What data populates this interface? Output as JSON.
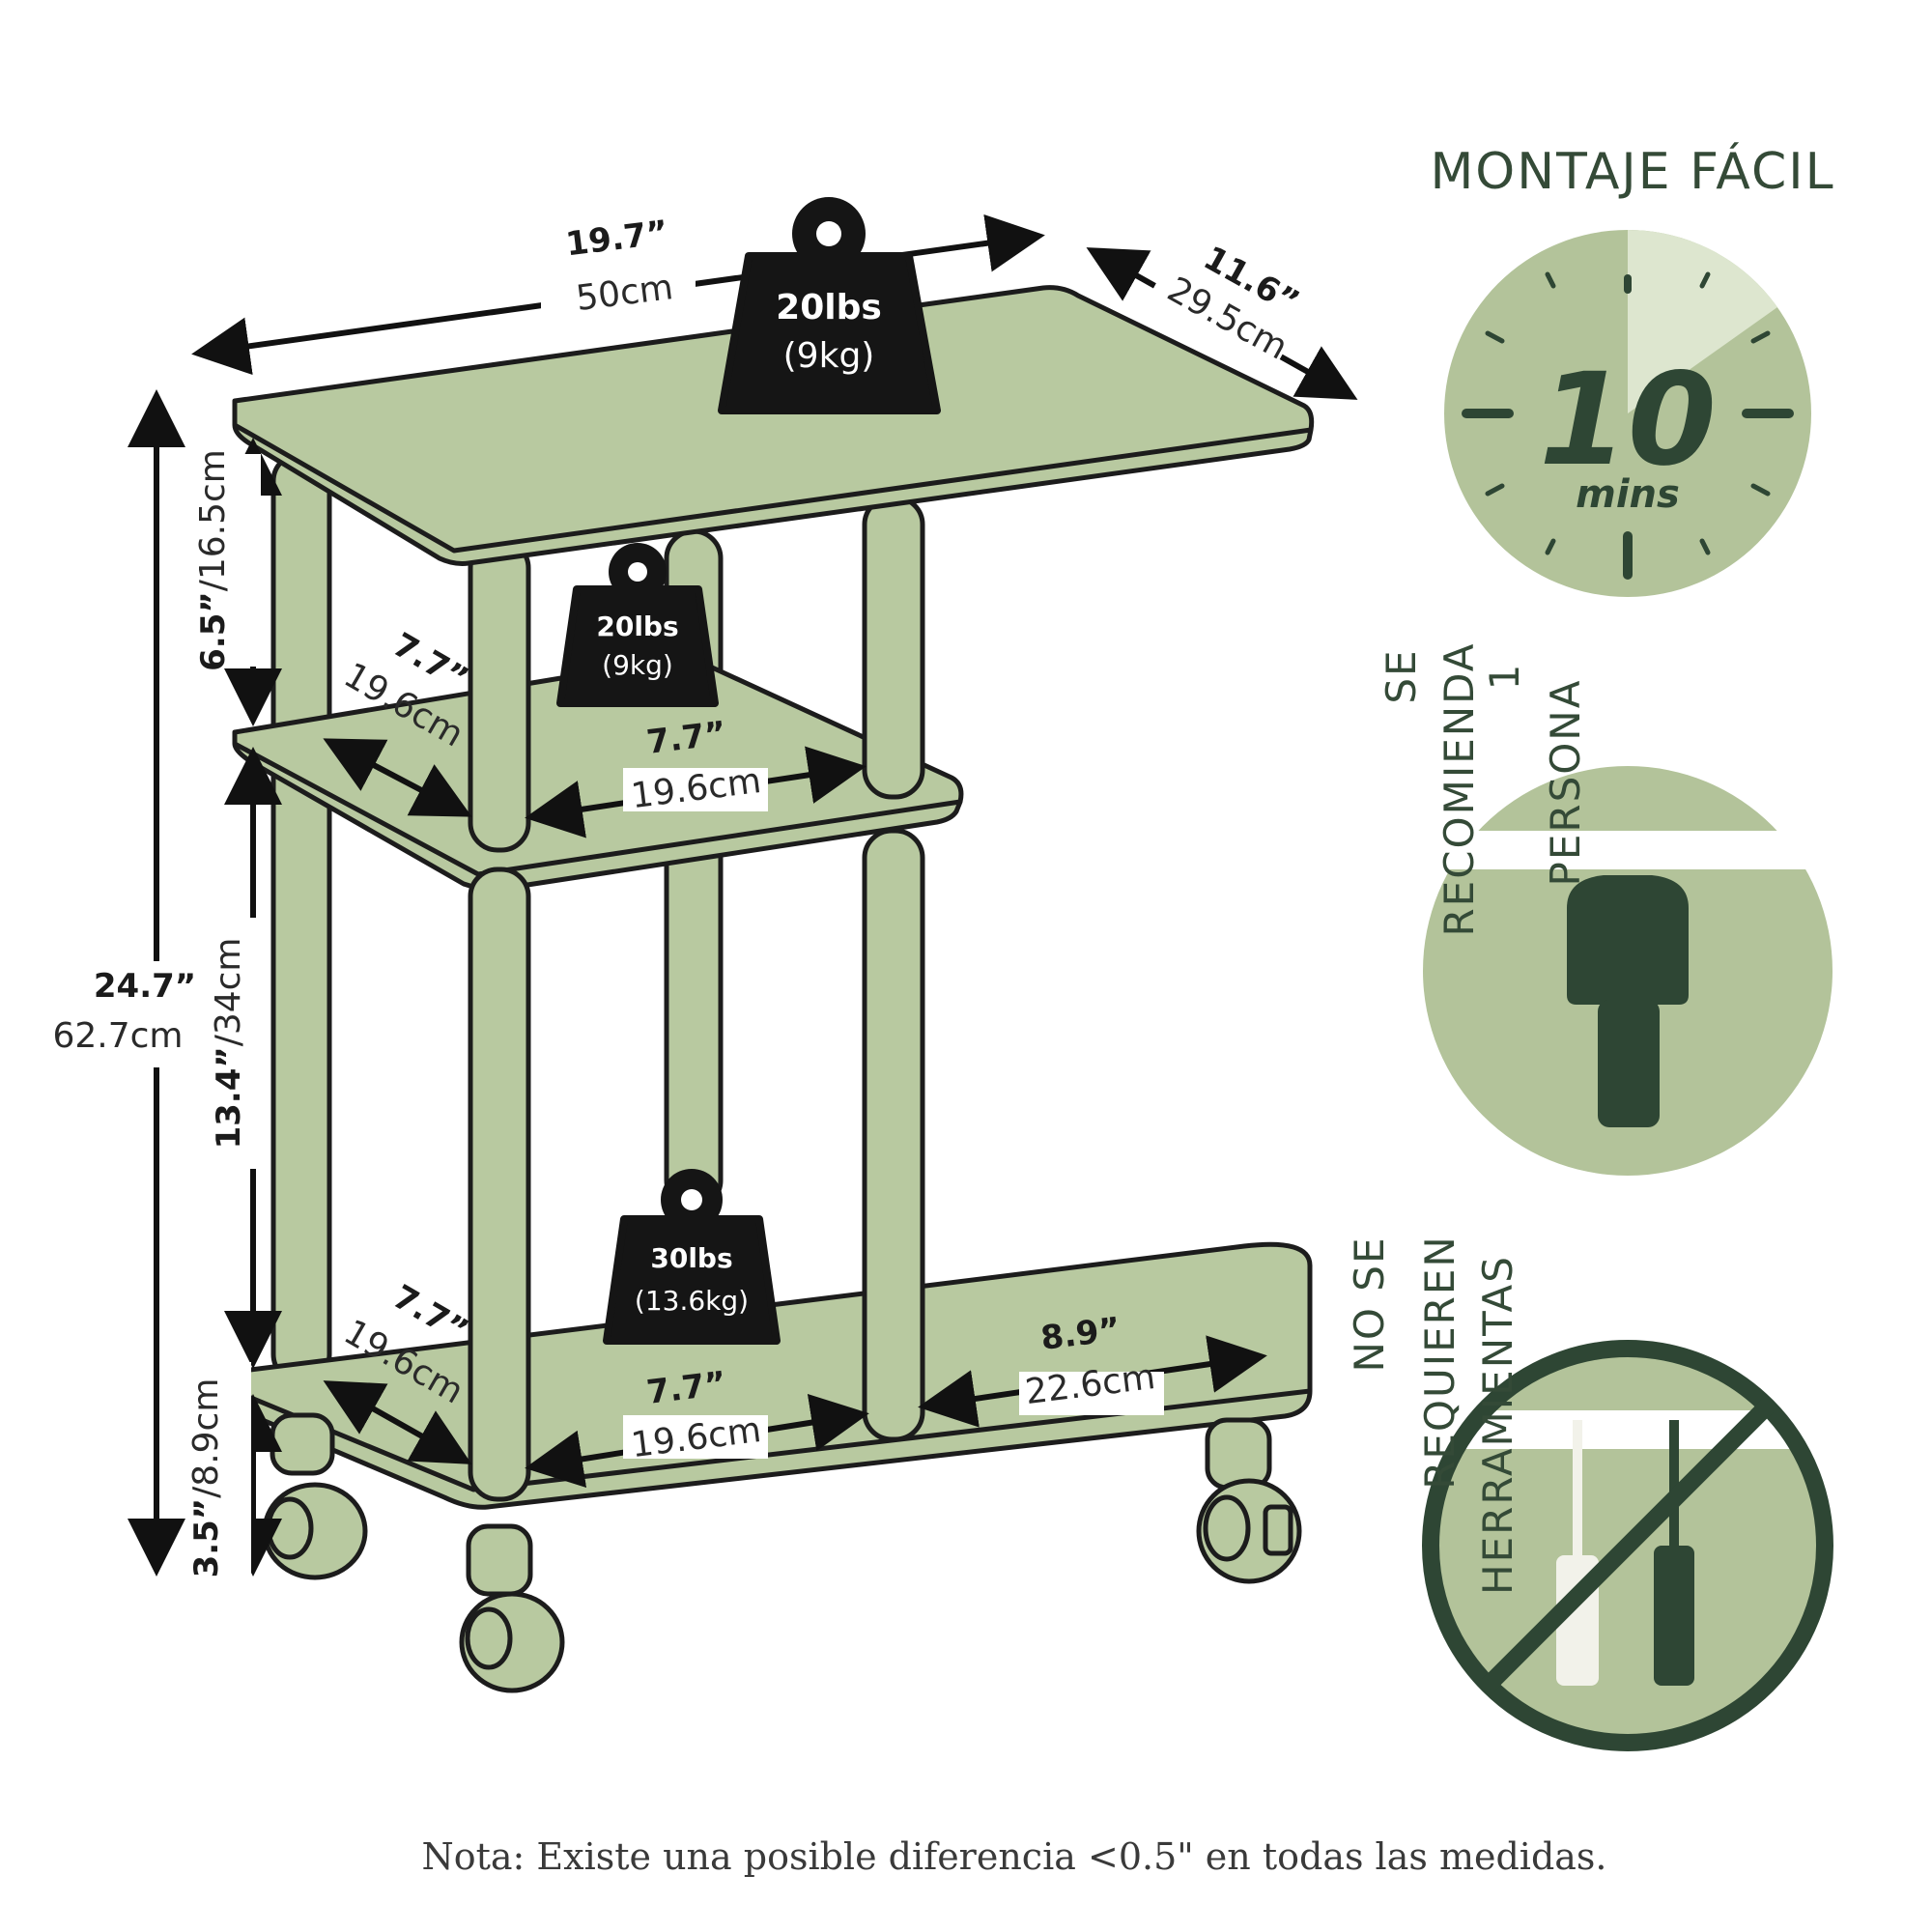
{
  "weights": {
    "top": {
      "load": "20lbs",
      "metric": "(9kg)"
    },
    "middle": {
      "load": "20lbs",
      "metric": "(9kg)"
    },
    "bottom": {
      "load": "30lbs",
      "metric": "(13.6kg)"
    }
  },
  "dimensions": {
    "top_width": {
      "imperial": "19.7”",
      "metric": "50cm"
    },
    "top_depth": {
      "imperial": "11.6”",
      "metric": "29.5cm"
    },
    "total_height": {
      "imperial": "24.7”",
      "metric": "62.7cm"
    },
    "upper_gap": {
      "imperial": "6.5”",
      "metric": "/16.5cm"
    },
    "middle_gap": {
      "imperial": "13.4”",
      "metric": "/34cm"
    },
    "floor_gap": {
      "imperial": "3.5”",
      "metric": "/8.9cm"
    },
    "mid_shelf_depth": {
      "imperial": "7.7”",
      "metric": "19.6cm"
    },
    "mid_shelf_width": {
      "imperial": "7.7”",
      "metric": "19.6cm"
    },
    "bottom_shelf_depth": {
      "imperial": "7.7”",
      "metric": "19.6cm"
    },
    "bottom_shelf_width": {
      "imperial": "7.7”",
      "metric": "19.6cm"
    },
    "bottom_shelf_right": {
      "imperial": "8.9”",
      "metric": "22.6cm"
    }
  },
  "assembly": {
    "title": "MONTAJE FÁCIL",
    "time_value": "10",
    "time_unit": "mins"
  },
  "people": {
    "line1": "SE",
    "line2": "RECOMIENDA",
    "line3": "1",
    "line4": "PERSONA"
  },
  "tools": {
    "line1": "NO SE",
    "line2": "REQUIEREN",
    "line3": "HERRAMIENTAS"
  },
  "note": "Nota: Existe una posible diferencia <0.5\" en todas las medidas.",
  "colors": {
    "shelf": "#b8c9a0",
    "badge": "#b3c39a",
    "dark": "#2e4634",
    "outline": "#1c1c1c"
  }
}
